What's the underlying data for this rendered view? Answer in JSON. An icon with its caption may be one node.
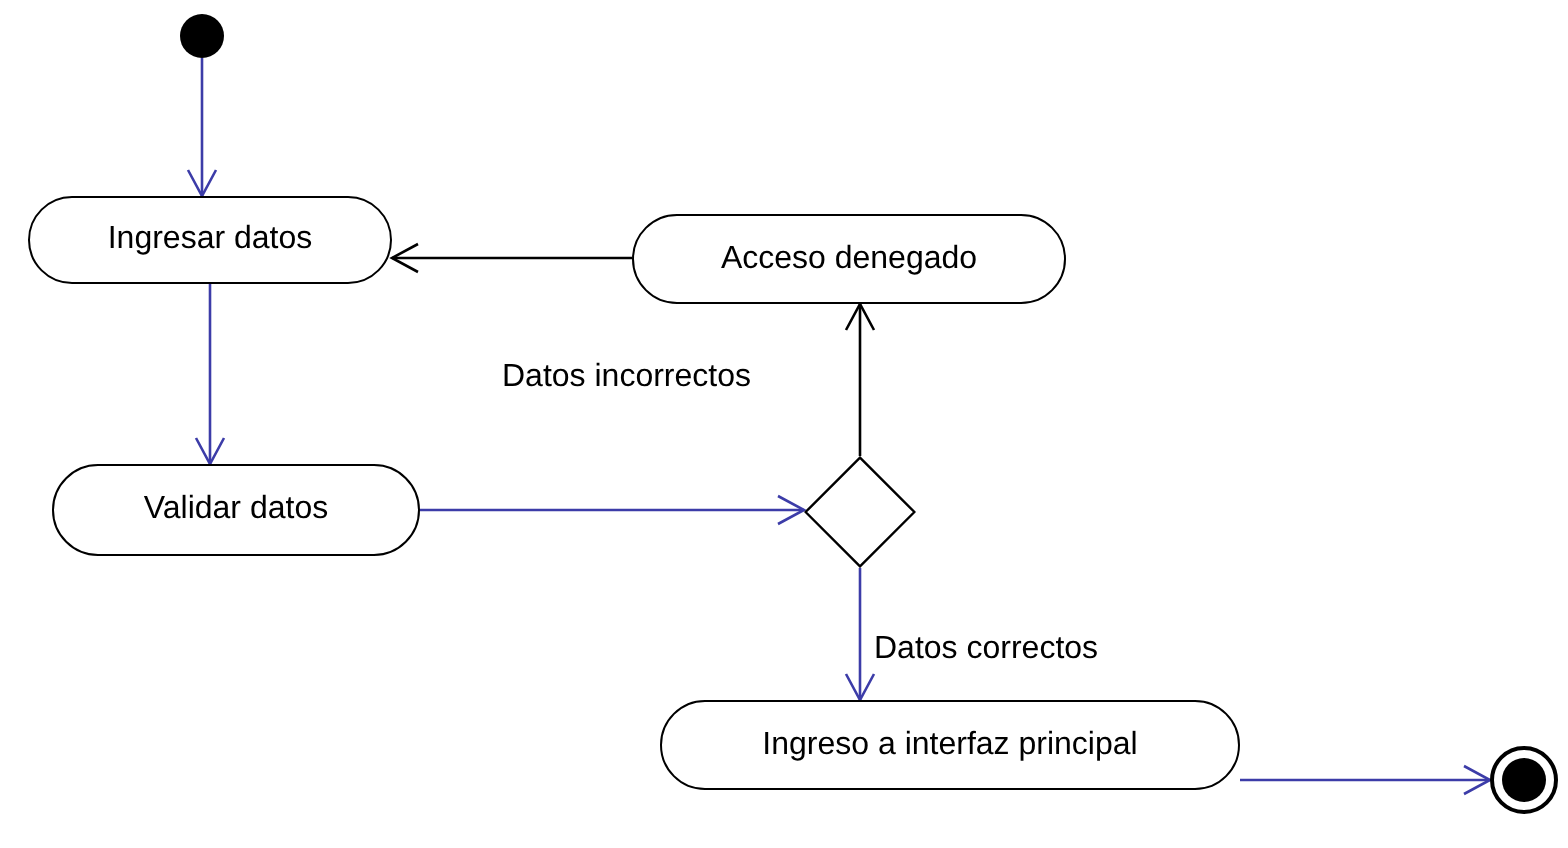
{
  "diagram": {
    "nodes": [
      {
        "text": [],
        "shape": "circle"
      },
      {
        "text": [
          "Ingresar datos"
        ]
      },
      {
        "text": [
          "Acceso denegado"
        ]
      },
      {
        "text": [
          "Validar datos"
        ]
      },
      {
        "text": [],
        "shape": "diamond"
      },
      {
        "text": [
          "Ingreso a interfaz principal"
        ]
      },
      {
        "text": [],
        "shape": "circle"
      }
    ],
    "edges": [
      {
        "from": 0,
        "to": 1,
        "arrow": "to"
      },
      {
        "from": 2,
        "to": 1,
        "arrow": "to",
        "color": "#000000"
      },
      {
        "from": 1,
        "to": 3,
        "arrow": "to"
      },
      {
        "from": 3,
        "to": 4,
        "arrow": "to"
      },
      {
        "from": 4,
        "to": 2,
        "arrow": "to",
        "label": "Datos incorrectos",
        "color": "#000000"
      },
      {
        "from": 4,
        "to": 5,
        "arrow": "to",
        "label": "Datos correctos"
      },
      {
        "from": 5,
        "to": 6,
        "arrow": "to"
      }
    ]
  }
}
